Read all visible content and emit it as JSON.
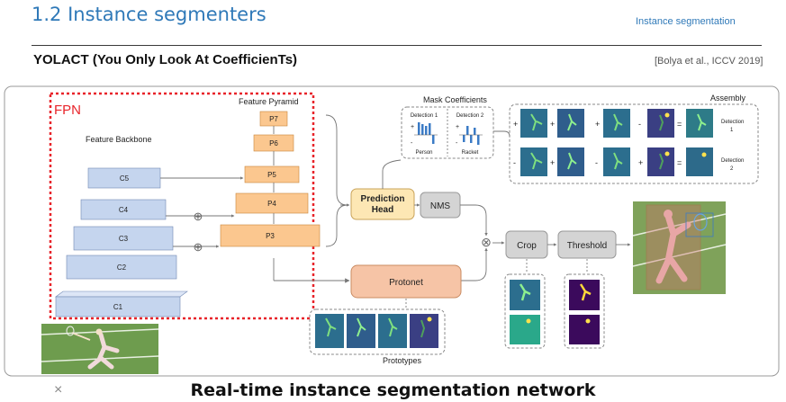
{
  "section": {
    "title": "1.2 Instance segmenters",
    "tag": "Instance segmentation"
  },
  "paper": {
    "title": "YOLACT (You Only Look At CoefficienTs)",
    "citation": "[Bolya et al., ICCV 2019]"
  },
  "diagram": {
    "fpn_label": "FPN",
    "backbone": {
      "title": "Feature Backbone",
      "levels": [
        "C5",
        "C4",
        "C3",
        "C2",
        "C1"
      ]
    },
    "pyramid": {
      "title": "Feature Pyramid",
      "levels": [
        "P7",
        "P6",
        "P5",
        "P4",
        "P3"
      ]
    },
    "prediction_head": "Prediction Head",
    "nms": "NMS",
    "protonet": "Protonet",
    "prototypes": "Prototypes",
    "mask_coefficients": {
      "title": "Mask Coefficients",
      "det1": "Detection 1",
      "det2": "Detection 2",
      "person": "Person",
      "racket": "Racket",
      "plus": "+",
      "minus": "-"
    },
    "assembly": {
      "title": "Assembly",
      "row1_signs": [
        "+",
        "+",
        "+",
        "-",
        "="
      ],
      "row2_signs": [
        "-",
        "+",
        "-",
        "+",
        "="
      ],
      "det1": "Detection 1",
      "det2": "Detection 2"
    },
    "crop": "Crop",
    "threshold": "Threshold",
    "combine_symbol": "⊗",
    "add_symbol": "⊕"
  },
  "footer": {
    "caption": "Real-time instance segmentation network",
    "close_symbol": "×"
  },
  "colors": {
    "accent": "#2f79b8",
    "fpn": "#e8242a",
    "prediction_head": "#fde7b4",
    "protonet": "#f6c4a6",
    "gray_box": "#d4d4d4",
    "backbone": "#c5d5ee",
    "pyramid": "#fbc78f"
  }
}
